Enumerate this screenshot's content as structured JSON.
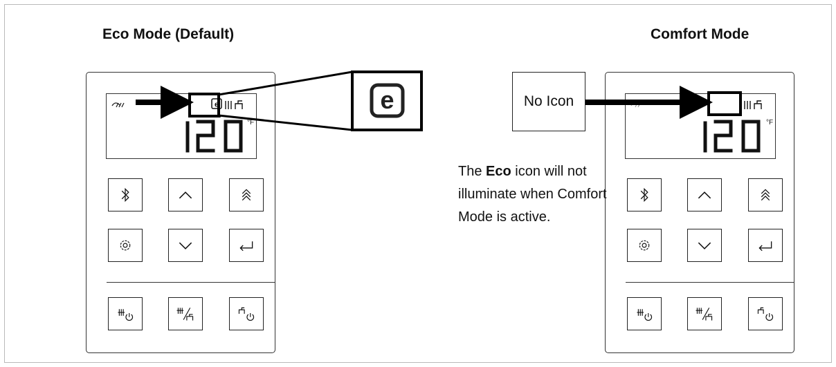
{
  "eco_section": {
    "title": "Eco Mode (Default)",
    "display_value": "120",
    "unit": "°F",
    "eco_icon_glyph": "e"
  },
  "comfort_section": {
    "title": "Comfort Mode",
    "display_value": "120",
    "unit": "°F",
    "callout_label": "No Icon"
  },
  "note": {
    "prefix": "The ",
    "emphasis": "Eco",
    "suffix": " icon will not illuminate when Comfort Mode is active."
  },
  "buttons": [
    "bluetooth-icon",
    "chevron-up-icon",
    "double-chevron-up-icon",
    "gear-icon",
    "chevron-down-icon",
    "enter-icon",
    "heating-power-icon",
    "heating-hot-water-icon",
    "hot-water-power-icon"
  ],
  "colors": {
    "line": "#222222",
    "frame": "#b9b9b9"
  }
}
